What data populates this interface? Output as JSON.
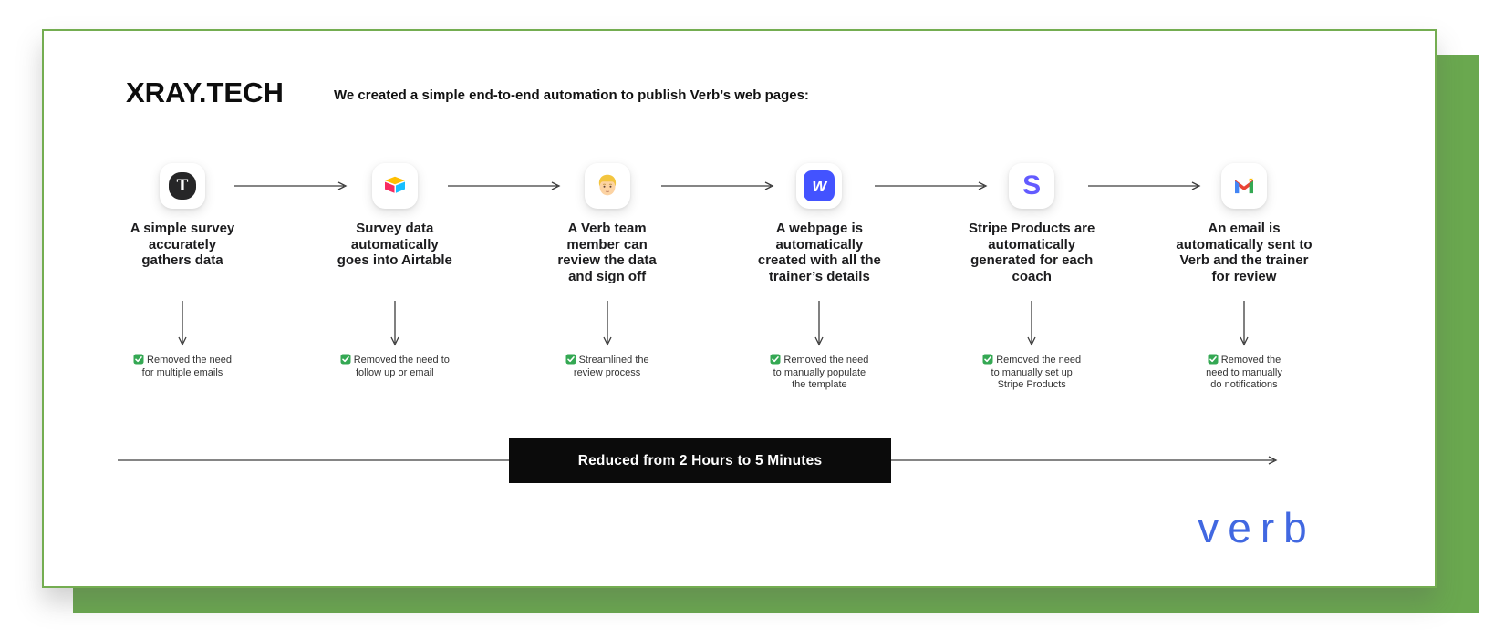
{
  "header": {
    "logo": "XRAY.TECH",
    "headline": "We created a simple end-to-end automation to publish Verb’s web pages:"
  },
  "steps": [
    {
      "icon": "typeform-icon",
      "icon_letter": "T",
      "title": "A simple survey\naccurately\ngathers data",
      "note": "Removed the need\nfor multiple emails"
    },
    {
      "icon": "airtable-icon",
      "title": "Survey data\nautomatically\ngoes into Airtable",
      "note": "Removed the need to\nfollow up or email"
    },
    {
      "icon": "person-icon",
      "title": "A Verb team\nmember can\nreview the data\nand sign off",
      "note": "Streamlined the\nreview process"
    },
    {
      "icon": "webflow-icon",
      "icon_letter": "w",
      "title": "A webpage is\nautomatically\ncreated with all the\ntrainer’s details",
      "note": "Removed the need\nto manually populate\nthe template"
    },
    {
      "icon": "stripe-icon",
      "icon_letter": "S",
      "title": "Stripe Products are\nautomatically\ngenerated for each\ncoach",
      "note": "Removed the need\nto manually set up\nStripe Products"
    },
    {
      "icon": "gmail-icon",
      "title": "An email is\nautomatically sent to\nVerb and the trainer\nfor review",
      "note": "Removed the\nneed to manually\ndo notifications"
    }
  ],
  "banner": {
    "label": "Reduced from 2 Hours to 5 Minutes"
  },
  "footer": {
    "verb_logo": "verb"
  },
  "colors": {
    "frame_green": "#6aa84f",
    "banner_black": "#0b0b0b",
    "verb_blue": "#4168e1",
    "webflow_blue": "#4353ff",
    "stripe_indigo": "#635bff",
    "check_green": "#34a853",
    "airtable_yellow": "#ffbf00",
    "airtable_red": "#f82b60",
    "airtable_blue": "#18bfff",
    "gmail_red": "#ea4335",
    "gmail_blue": "#4285f4",
    "gmail_green": "#34a853",
    "gmail_yellow": "#fbbc04"
  }
}
